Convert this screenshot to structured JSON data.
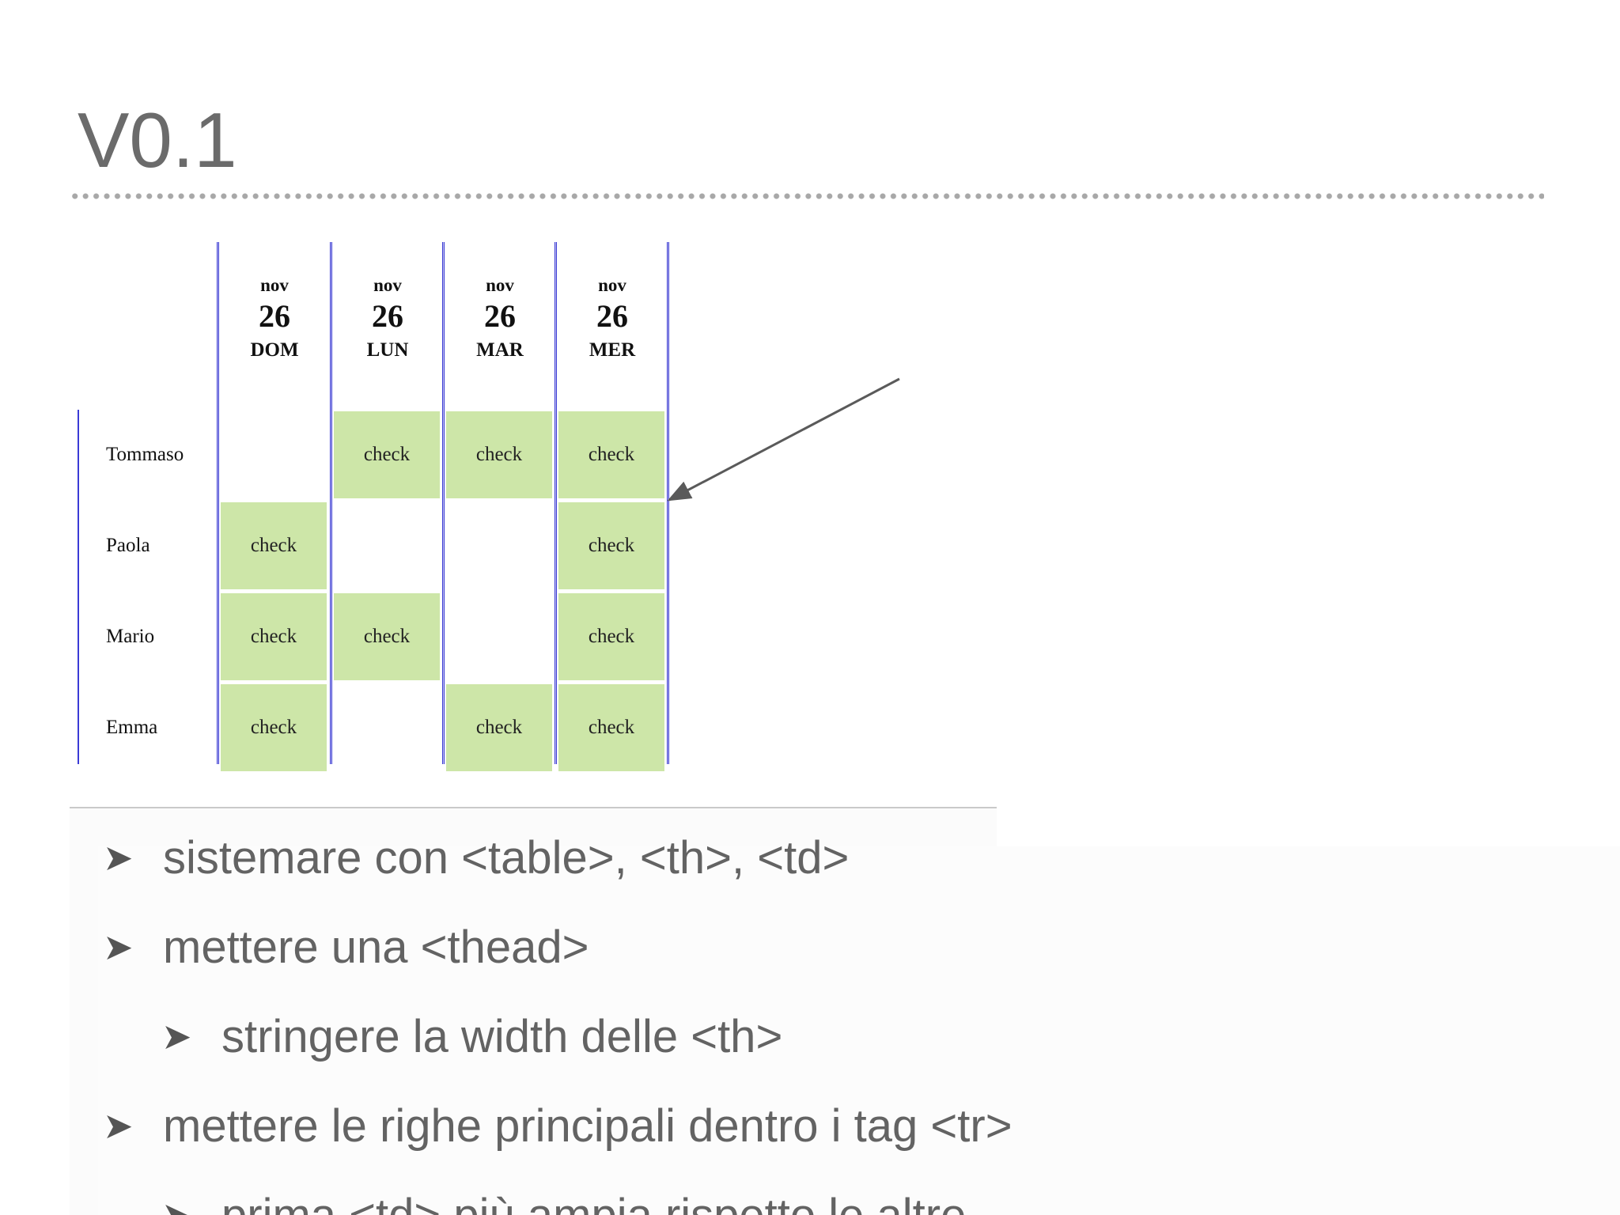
{
  "slide": {
    "title": "V0.1"
  },
  "schedule": {
    "columns": [
      {
        "month": "nov",
        "day": "26",
        "dow": "DOM"
      },
      {
        "month": "nov",
        "day": "26",
        "dow": "LUN"
      },
      {
        "month": "nov",
        "day": "26",
        "dow": "MAR"
      },
      {
        "month": "nov",
        "day": "26",
        "dow": "MER"
      }
    ],
    "rows": [
      {
        "name": "Tommaso",
        "cells": [
          "",
          "check",
          "check",
          "check"
        ]
      },
      {
        "name": "Paola",
        "cells": [
          "check",
          "",
          "",
          "check"
        ]
      },
      {
        "name": "Mario",
        "cells": [
          "check",
          "check",
          "",
          "check"
        ]
      },
      {
        "name": "Emma",
        "cells": [
          "check",
          "",
          "check",
          "check"
        ]
      }
    ],
    "checked_color": "#cde6a8",
    "border_color": "#3b3bd6"
  },
  "bullets": [
    {
      "marker": "➤",
      "text": "sistemare con <table>, <th>, <td>",
      "level": 1
    },
    {
      "marker": "➤",
      "text": "mettere una <thead>",
      "level": 1
    },
    {
      "marker": "➤",
      "text": "stringere la width delle <th>",
      "level": 2
    },
    {
      "marker": "➤",
      "text": "mettere le righe principali dentro i tag <tr>",
      "level": 1
    },
    {
      "marker": "➤",
      "text": "prima <td> più ampia rispetto le altre",
      "level": 2
    }
  ]
}
